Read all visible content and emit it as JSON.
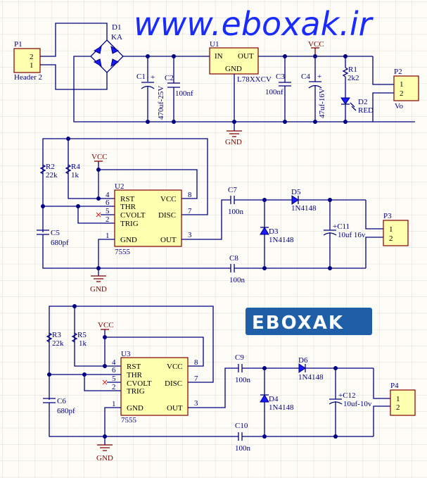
{
  "watermark": {
    "url": "www.eboxak.ir",
    "logo_text": "EBOXAK",
    "url_color": "#1a2bff",
    "logo_bg": "#1e5fa8"
  },
  "colors": {
    "wire": "#000080",
    "part_fill": "#ffffb0",
    "part_border": "#800000",
    "power_label": "#800000",
    "grid": "#e0ddd5",
    "background": "#fdfcf7"
  },
  "power_supply": {
    "p1": {
      "ref": "P1",
      "type": "Header 2",
      "pins": [
        "2",
        "1"
      ]
    },
    "d1": {
      "ref": "D1",
      "value": "KA"
    },
    "c1": {
      "ref": "C1",
      "value": "470uf-25V"
    },
    "c2": {
      "ref": "C2",
      "value": "100nf"
    },
    "u1": {
      "ref": "U1",
      "value": "L78XXCV",
      "pins": {
        "in": "IN",
        "out": "OUT",
        "gnd": "GND"
      }
    },
    "c3": {
      "ref": "C3",
      "value": "100nf"
    },
    "c4": {
      "ref": "C4",
      "value": "47uf-16V"
    },
    "r1": {
      "ref": "R1",
      "value": "2k2"
    },
    "d2": {
      "ref": "D2",
      "value": "RED"
    },
    "p2": {
      "ref": "P2",
      "type": "Vo",
      "pins": [
        "1",
        "2"
      ]
    },
    "vcc": "VCC",
    "gnd": "GND"
  },
  "stage1": {
    "r2": {
      "ref": "R2",
      "value": "22k"
    },
    "r4": {
      "ref": "R4",
      "value": "1k"
    },
    "c5": {
      "ref": "C5",
      "value": "680pf"
    },
    "u2": {
      "ref": "U2",
      "value": "7555",
      "pins_left": [
        {
          "num": "4",
          "name": "RST"
        },
        {
          "num": "6",
          "name": "THR"
        },
        {
          "num": "5",
          "name": "CVOLT"
        },
        {
          "num": "2",
          "name": "TRIG"
        },
        {
          "num": "1",
          "name": "GND"
        }
      ],
      "pins_right": [
        {
          "num": "8",
          "name": "VCC"
        },
        {
          "num": "7",
          "name": "DISC"
        },
        {
          "num": "3",
          "name": "OUT"
        }
      ]
    },
    "c7": {
      "ref": "C7",
      "value": "100n"
    },
    "c8": {
      "ref": "C8",
      "value": "100n"
    },
    "d3": {
      "ref": "D3",
      "value": "1N4148"
    },
    "d5": {
      "ref": "D5",
      "value": "1N4148"
    },
    "c11": {
      "ref": "C11",
      "value": "10uf 16v"
    },
    "p3": {
      "ref": "P3",
      "pins": [
        "1",
        "2"
      ]
    },
    "vcc": "VCC",
    "gnd": "GND"
  },
  "stage2": {
    "r3": {
      "ref": "R3",
      "value": "22k"
    },
    "r5": {
      "ref": "R5",
      "value": "1k"
    },
    "c6": {
      "ref": "C6",
      "value": "680pf"
    },
    "u3": {
      "ref": "U3",
      "value": "7555",
      "pins_left": [
        {
          "num": "4",
          "name": "RST"
        },
        {
          "num": "6",
          "name": "THR"
        },
        {
          "num": "5",
          "name": "CVOLT"
        },
        {
          "num": "2",
          "name": "TRIG"
        },
        {
          "num": "1",
          "name": "GND"
        }
      ],
      "pins_right": [
        {
          "num": "8",
          "name": "VCC"
        },
        {
          "num": "7",
          "name": "DISC"
        },
        {
          "num": "3",
          "name": "OUT"
        }
      ]
    },
    "c9": {
      "ref": "C9",
      "value": "100n"
    },
    "c10": {
      "ref": "C10",
      "value": "100n"
    },
    "d4": {
      "ref": "D4",
      "value": "1N4148"
    },
    "d6": {
      "ref": "D6",
      "value": "1N4148"
    },
    "c12": {
      "ref": "C12",
      "value": "10uf-10v"
    },
    "p4": {
      "ref": "P4",
      "pins": [
        "1",
        "2"
      ]
    },
    "vcc": "VCC",
    "gnd": "GND"
  }
}
